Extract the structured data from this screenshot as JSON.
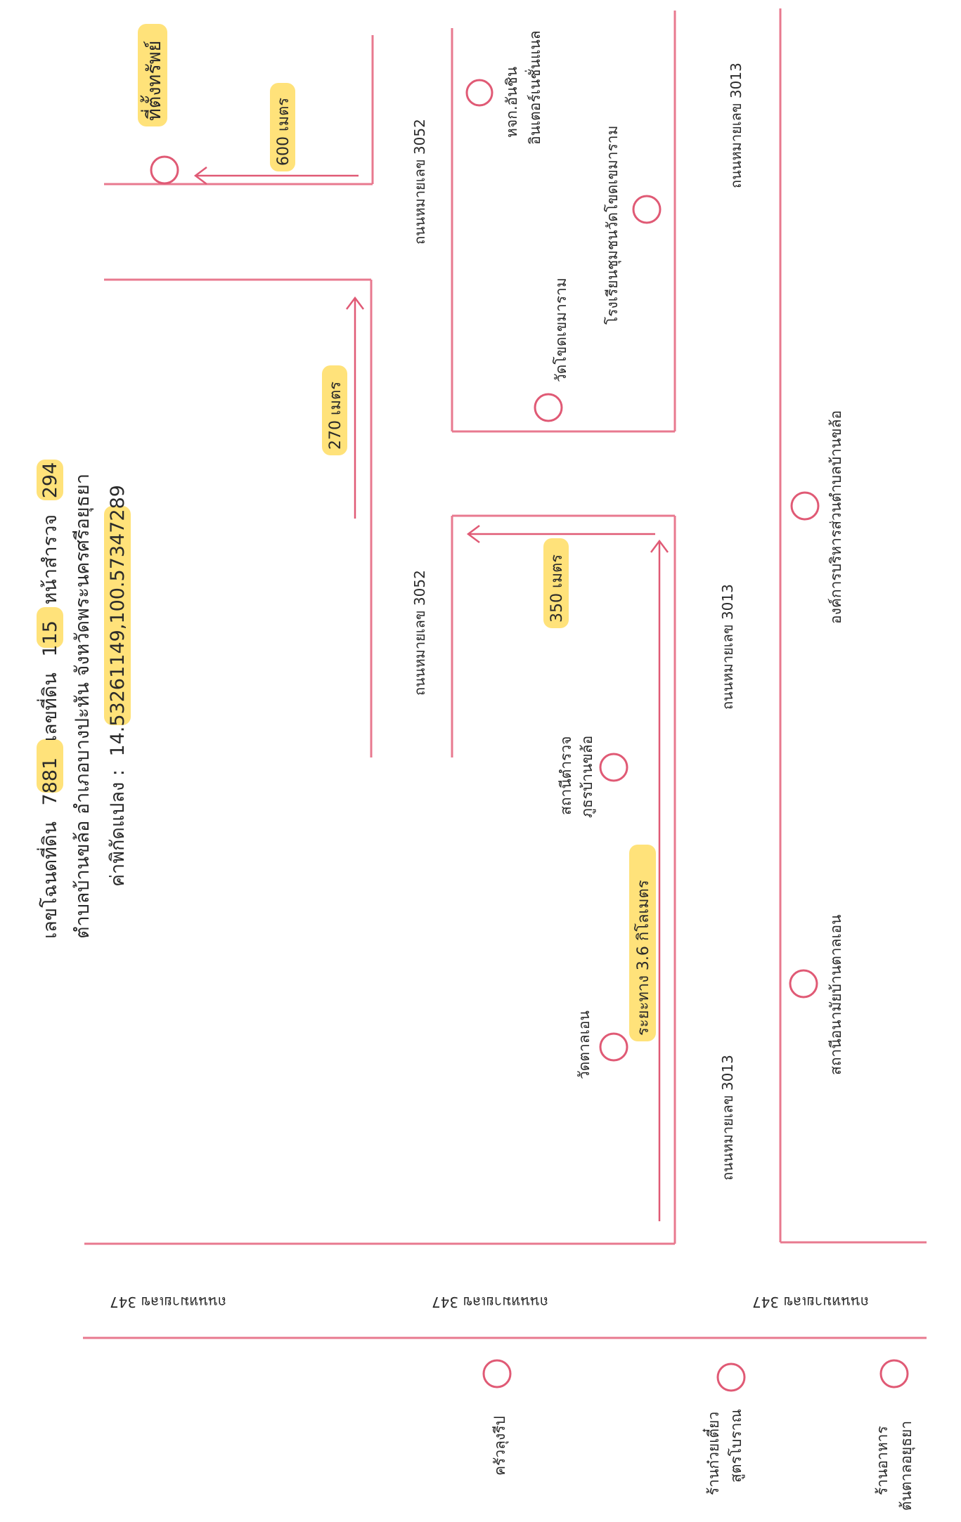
{
  "header": {
    "line1": {
      "pre1": "เลขโฉนดที่ดิน",
      "deed_no": "7881",
      "pre2": "เลขที่ดิน",
      "land_no": "115",
      "pre3": "หน้าสำรวจ",
      "survey_page": "294"
    },
    "line2": "ตำบลบ้านขล้อ อำเภอบางปะหัน จังหวัดพระนครศรีอยุธยา",
    "line3": {
      "label": "ค่าพิกัดแปลง :",
      "coords": "14.53261149,100.57347289"
    }
  },
  "target": {
    "label": "ที่ตั้งทรัพย์"
  },
  "distances": {
    "d600": "600 เมตร",
    "d270": "270 เมตร",
    "d350": "350 เมตร",
    "d36km": "ระยะทาง 3.6 กิโลเมตร"
  },
  "roads": {
    "r3052": "ถนนหมายเลข 3052",
    "r3013": "ถนนหมายเลข 3013",
    "r347": "ถนนหมายเลข 347"
  },
  "pois": {
    "otop": [
      "หจก.อันชิน",
      "อินเตอร์เนชั่นแนล"
    ],
    "school": "โรงเรียนชุมชนวัดโขดเขมาราม",
    "temple_khot": "วัดโขดเขมาราม",
    "sao": "องค์การบริหารส่วนตำบลบ้านขล้อ",
    "police": [
      "สถานีตำรวจ",
      "ภูธรบ้านขล้อ"
    ],
    "temple_tan": "วัดตาลเอน",
    "health": "สถานีอนามัยบ้านตาลเอน",
    "kitchen": "ครัวลุงรีป",
    "noodle": [
      "ร้านก๋วยเตี๋ยว",
      "สูตรโบราณ"
    ],
    "restaurant": [
      "ร้านอาหาร",
      "ต้นตาลอยุธยา"
    ]
  },
  "colors": {
    "road": "#e8798f",
    "route": "#e05a75",
    "highlight": "#ffe27a",
    "text": "#2a2a2a"
  }
}
